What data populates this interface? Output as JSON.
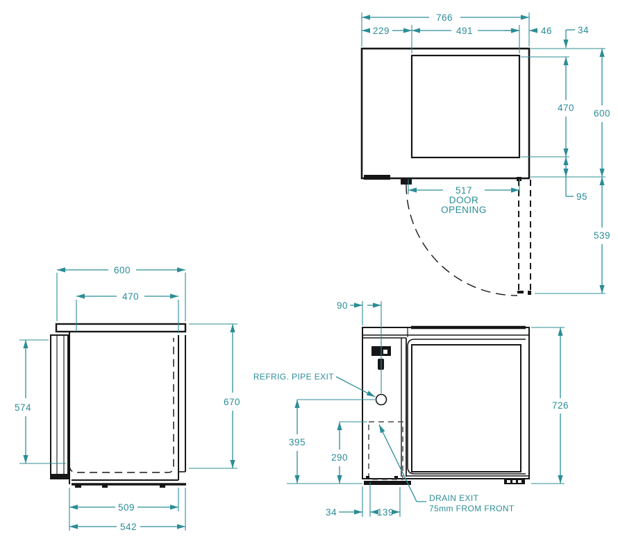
{
  "drawing": {
    "units": "mm",
    "accent_color": "#2b8d96",
    "line_color": "#161616"
  },
  "plan_view": {
    "dim_total_width": "766",
    "dim_left_section": "229",
    "dim_interior_width": "491",
    "dim_right_section": "46",
    "dim_top_inset": "34",
    "dim_interior_depth": "470",
    "dim_depth": "600",
    "dim_front_inset": "95",
    "dim_door_swing": "539",
    "door_opening_value": "517",
    "door_opening_label1": "DOOR",
    "door_opening_label2": "OPENING"
  },
  "side_view": {
    "dim_depth": "600",
    "dim_interior_depth": "470",
    "dim_door_height": "574",
    "dim_height": "670",
    "dim_base_depth": "509",
    "dim_overall_depth": "542"
  },
  "front_view": {
    "dim_pipe_offset": "90",
    "dim_pipe_height": "395",
    "dim_drain_height": "290",
    "dim_height": "726",
    "dim_drain_offset": "34",
    "dim_drain_width": "139",
    "label_refrig_pipe": "REFRIG. PIPE EXIT",
    "label_drain_line1": "DRAIN EXIT",
    "label_drain_line2": "75mm FROM FRONT"
  }
}
